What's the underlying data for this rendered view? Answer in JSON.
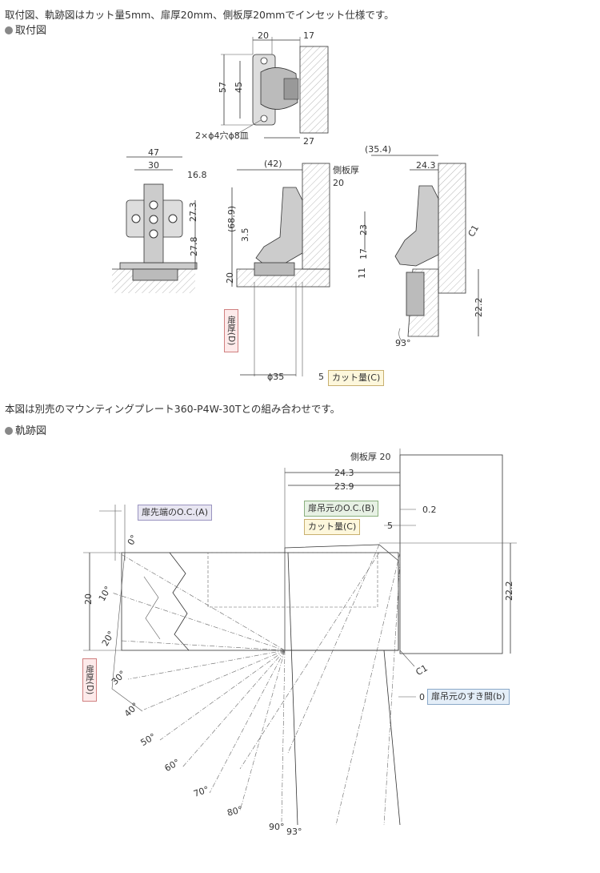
{
  "header_note": "取付図、軌跡図はカット量5mm、扉厚20mm、側板厚20mmでインセット仕様です。",
  "section_mount": "取付図",
  "section_track": "軌跡図",
  "combo_note": "本図は別売のマウンティングプレート360-P4W-30Tとの組み合わせです。",
  "mount": {
    "top": {
      "w20": "20",
      "w17": "17",
      "h57": "57",
      "h45": "45",
      "b27": "27",
      "hole": "2×ϕ4穴ϕ8皿"
    },
    "front": {
      "w47": "47",
      "w30": "30",
      "w168": "16.8",
      "h273": "27.3",
      "h278": "27.8"
    },
    "side": {
      "w42": "(42)",
      "h689": "(68.9)",
      "h35": "3.5",
      "h20": "20",
      "h23": "23",
      "h17": "17",
      "h11": "11",
      "phi35": "ϕ35",
      "cut5": "5",
      "side_panel": "側板厚",
      "side_panel_val": "20"
    },
    "open": {
      "w354": "(35.4)",
      "w243": "24.3",
      "c1": "C1",
      "h222": "22.2",
      "deg93": "93°"
    },
    "labels": {
      "door_thick": "扉厚(D)",
      "cut_amount": "カット量(C)"
    }
  },
  "track": {
    "side_panel": "側板厚 20",
    "w243": "24.3",
    "w239": "23.9",
    "oc_a": "扉先端のO.C.(A)",
    "oc_b": "扉吊元のO.C.(B)",
    "oc_b_val": "0.2",
    "cut": "カット量(C)",
    "cut_val": "5",
    "h20": "20",
    "h222": "22.2",
    "door_thick": "扉厚(D)",
    "c1": "C1",
    "gap_val": "0",
    "gap": "扉吊元のすき間(b)",
    "angles": [
      "0°",
      "10°",
      "20°",
      "30°",
      "40°",
      "50°",
      "60°",
      "70°",
      "80°",
      "90°",
      "93°"
    ]
  },
  "colors": {
    "pink_bg": "#fdeaea",
    "pink_border": "#d08080",
    "yellow_bg": "#fdf7dc",
    "yellow_border": "#c8b070",
    "purple_bg": "#e8e6f2",
    "purple_border": "#9a94c0",
    "green_bg": "#e7f1e4",
    "green_border": "#8ab07e",
    "blue_bg": "#e4eef8",
    "blue_border": "#8aa8c8"
  }
}
